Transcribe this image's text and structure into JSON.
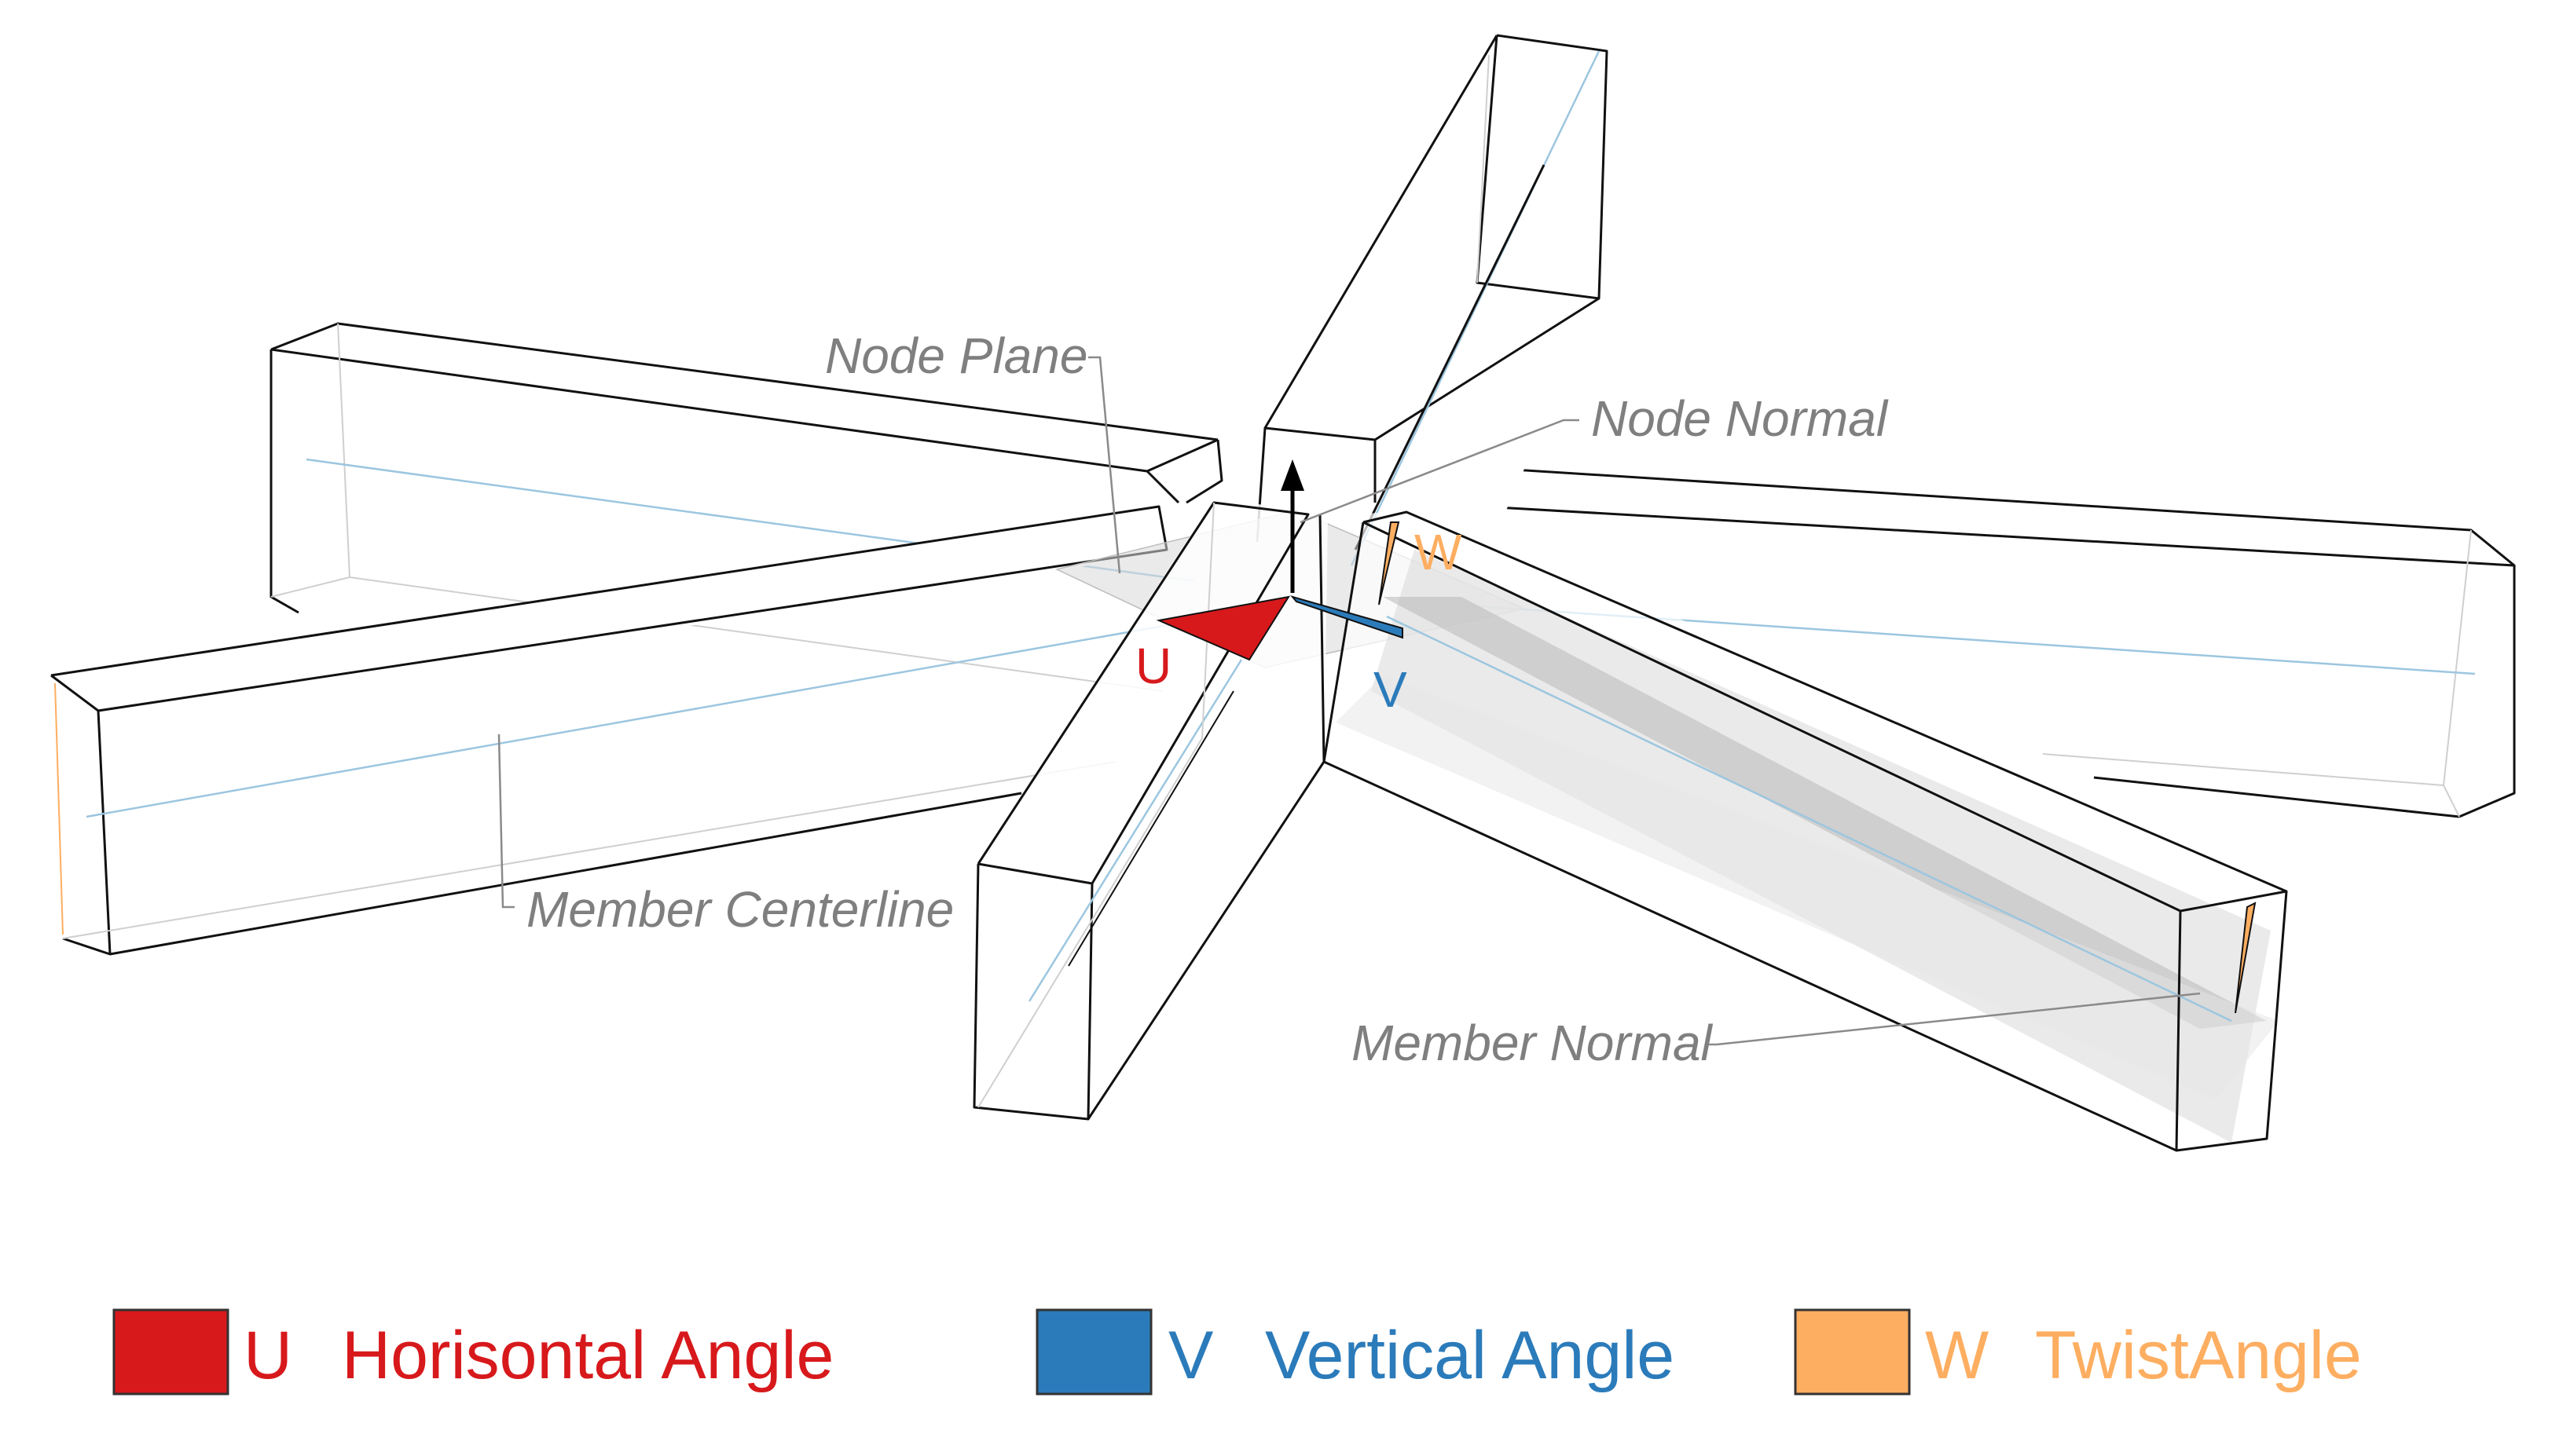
{
  "labels": {
    "node_plane": "Node Plane",
    "node_normal": "Node Normal",
    "member_centerline": "Member Centerline",
    "member_normal": "Member Normal"
  },
  "axes": {
    "u": "U",
    "v": "V",
    "w": "W"
  },
  "legend": [
    {
      "letter": "U",
      "text": "Horisontal Angle",
      "color": "#d7191c"
    },
    {
      "letter": "V",
      "text": "Vertical Angle",
      "color": "#2b7bba"
    },
    {
      "letter": "W",
      "text": "TwistAngle",
      "color": "#fdae61"
    }
  ],
  "colors": {
    "u": "#d7191c",
    "v": "#2b7bba",
    "w": "#fdae61",
    "label_gray": "#7f7f7f"
  }
}
